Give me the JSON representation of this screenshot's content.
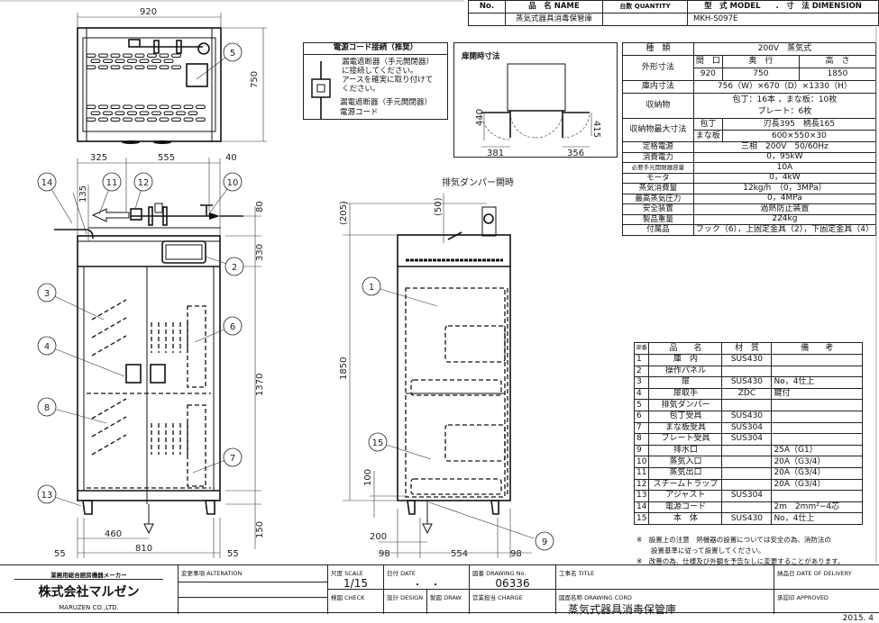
{
  "header": {
    "no_label": "No.",
    "name_label": "品　名 NAME",
    "quantity_label": "台数 QUANTITY",
    "model_label": "型　式 MODEL　　.　寸　法 DIMENSION",
    "name_value": "蒸気式器具消毒保管庫",
    "model_value": "MKH-S097E"
  },
  "power_cord": {
    "title": "電源コード接続（推奨）",
    "line1": "漏電遮断器（手元開閉器）",
    "line2": "に接続してください。",
    "line3": "アースを確実に取り付けて",
    "line4": "ください。",
    "label_breaker": "漏電遮断器（手元開閉器）",
    "label_cord": "電源コード"
  },
  "door_open": {
    "title": "扉開時寸法",
    "d440": "440",
    "d415": "415",
    "d381": "381",
    "d356": "356"
  },
  "specs": {
    "type_label": "種　類",
    "type_value": "200V　蒸気式",
    "outer_label": "外形寸法",
    "width_label": "間　口",
    "depth_label": "奥　行",
    "height_label": "高　さ",
    "width": "920",
    "depth": "750",
    "height": "1850",
    "inner_label": "庫内寸法",
    "inner_value": "756（W）×670（D）×1330（H）",
    "storage_label": "収納物",
    "storage_line1": "包丁：16本 ，まな板：10枚",
    "storage_line2": "プレート：6枚",
    "maxsize_label": "収納物最大寸法",
    "knife_label": "包丁",
    "knife_value": "刃長395　柄長165",
    "board_label": "まな板",
    "board_value": "600×550×30",
    "rows": [
      {
        "label": "定格電源",
        "value": "三相　200V　50/60Hz"
      },
      {
        "label": "消費電力",
        "value": "0，95kW"
      },
      {
        "label": "必要手元開閉器容量",
        "value": "10A"
      },
      {
        "label": "モータ",
        "value": "0，4kW"
      },
      {
        "label": "蒸気消費量",
        "value": "12kg/h　（0，3MPa）"
      },
      {
        "label": "最高蒸気圧力",
        "value": "0，4MPa"
      },
      {
        "label": "安全装置",
        "value": "過熱防止装置"
      },
      {
        "label": "製品重量",
        "value": "224kg"
      },
      {
        "label": "付属品",
        "value": "フック（6），上固定金具（2），下固定金具（4）"
      }
    ]
  },
  "parts": {
    "headers": [
      "部番",
      "品　　名",
      "材　質",
      "備　　考"
    ],
    "rows": [
      [
        "1",
        "庫　内",
        "SUS430",
        ""
      ],
      [
        "2",
        "操作パネル",
        "",
        ""
      ],
      [
        "3",
        "扉",
        "SUS430",
        "No，4仕上"
      ],
      [
        "4",
        "扉取手",
        "ZDC",
        "鍵付"
      ],
      [
        "5",
        "排気ダンパー",
        "",
        ""
      ],
      [
        "6",
        "包丁受具",
        "SUS430",
        ""
      ],
      [
        "7",
        "まな板受具",
        "SUS304",
        ""
      ],
      [
        "8",
        "プレート受具",
        "SUS304",
        ""
      ],
      [
        "9",
        "排水口",
        "",
        "25A（G1）"
      ],
      [
        "10",
        "蒸気入口",
        "",
        "20A（G3/4）"
      ],
      [
        "11",
        "蒸気出口",
        "",
        "20A（G3/4）"
      ],
      [
        "12",
        "スチームトラップ",
        "",
        "20A（G3/4）"
      ],
      [
        "13",
        "アジャスト",
        "SUS304",
        ""
      ],
      [
        "14",
        "電源コード",
        "",
        "2m　2mm²−4芯"
      ],
      [
        "15",
        "本　体",
        "SUS430",
        "No，4仕上"
      ]
    ]
  },
  "notes": {
    "n1": "※　設置上の注意　熱機器の設置については安全の為、消防法の",
    "n1b": "設置基準に従って設置してください。",
    "n2": "※　改善の為、仕様及び外観を予告なしに変更することがあります。"
  },
  "title_block": {
    "maker_tag": "業務用総合厨房機器メーカー",
    "company": "株式会社マルゼン",
    "company_en": "MARUZEN CO.,LTD.",
    "alteration": "変更事項 ALTERATION",
    "scale_label": "尺度 SCALE",
    "scale": "1/15",
    "date_label": "日付 DATE",
    "date_value": "・　・",
    "drawing_no_label": "図番 DRAWING No.",
    "drawing_no": "06336",
    "title_label": "工事名 TITLE",
    "delivery_label": "納品日 DATE OF DELIVERY",
    "check_label": "検図 CHECK",
    "design_label": "設計 DESIGN",
    "draw_label": "製図 DRAW",
    "charge_label": "営業担当 CHARGE",
    "cord_label": "図面名称 DRAWING CORD",
    "cord_value": "蒸気式器具消毒保管庫",
    "approved_label": "承認印 APPROVED"
  },
  "revision_date": "2015. 4",
  "drawing": {
    "damper_caption": "排気ダンパー開時",
    "dims": {
      "top_w": "920",
      "top_d": "750",
      "d325": "325",
      "d555": "555",
      "d40": "40",
      "d135": "135",
      "d80": "80",
      "d330": "330",
      "d1370": "1370",
      "d150": "150",
      "d460": "460",
      "d810": "810",
      "d55a": "55",
      "d55b": "55",
      "d205": "(205)",
      "d50": "(50)",
      "d1850": "1850",
      "d100": "100",
      "d200": "200",
      "d98a": "98",
      "d554": "554",
      "d98b": "98"
    },
    "balloons": [
      "1",
      "2",
      "3",
      "4",
      "5",
      "6",
      "7",
      "8",
      "9",
      "10",
      "11",
      "12",
      "13",
      "14",
      "15"
    ]
  }
}
